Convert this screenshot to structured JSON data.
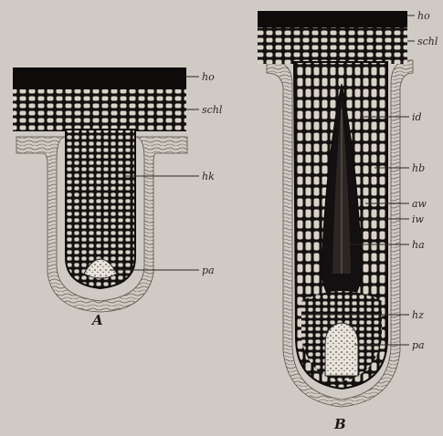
{
  "figure_a": {
    "caption": "A",
    "labels": {
      "ho": "ho",
      "schl": "schl",
      "hk": "hk",
      "pa": "pa"
    }
  },
  "figure_b": {
    "caption": "B",
    "labels": {
      "ho": "ho",
      "schl": "schl",
      "id": "id",
      "hb": "hb",
      "aw": "aw",
      "iw": "iw",
      "ha": "ha",
      "hz": "hz",
      "pa": "pa"
    }
  }
}
